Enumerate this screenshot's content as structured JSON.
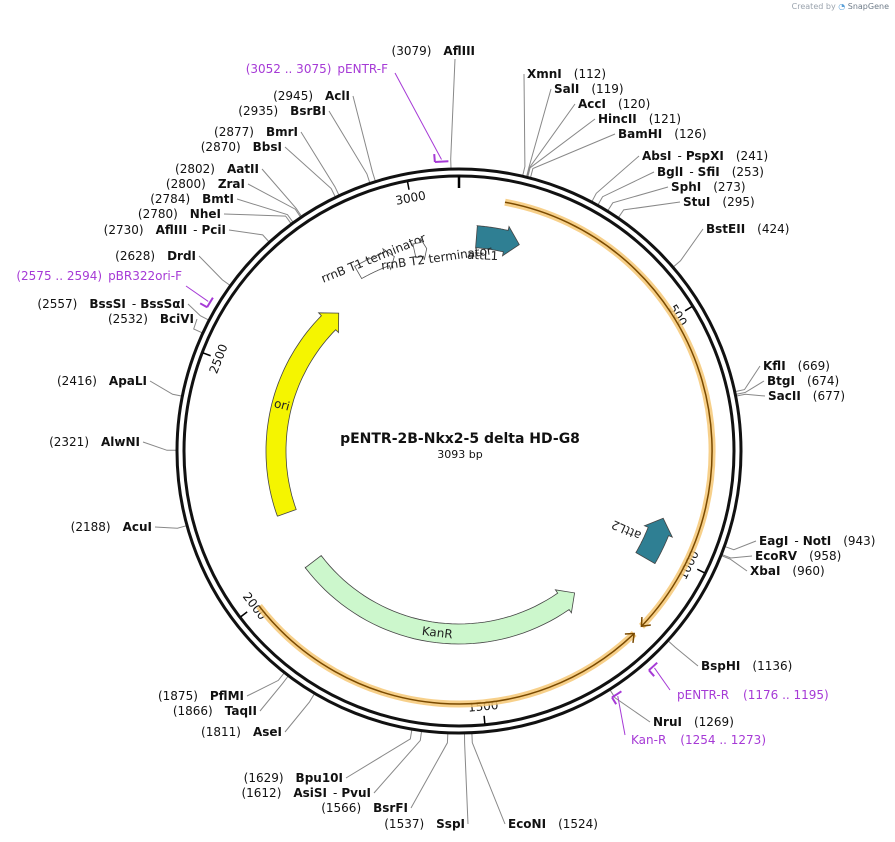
{
  "header": {
    "created_by": "Created by",
    "brand": "SnapGene"
  },
  "plasmid": {
    "name": "pENTR-2B-Nkx2-5 delta HD-G8",
    "length_label": "3093 bp",
    "length": 3093
  },
  "ticks": [
    {
      "pos": 500,
      "label": "500"
    },
    {
      "pos": 1000,
      "label": "1000"
    },
    {
      "pos": 1500,
      "label": "1500"
    },
    {
      "pos": 2000,
      "label": "2000"
    },
    {
      "pos": 2500,
      "label": "2500"
    },
    {
      "pos": 3000,
      "label": "3000"
    }
  ],
  "sites": [
    {
      "name": "AflIII",
      "pos": 3079,
      "pos_label": "(3079)"
    },
    {
      "name": "XmnI",
      "pos": 112,
      "pos_label": "(112)"
    },
    {
      "name": "SalI",
      "pos": 119,
      "pos_label": "(119)"
    },
    {
      "name": "AccI",
      "pos": 120,
      "pos_label": "(120)"
    },
    {
      "name": "HincII",
      "pos": 121,
      "pos_label": "(121)"
    },
    {
      "name": "BamHI",
      "pos": 126,
      "pos_label": "(126)"
    },
    {
      "name": "AbsI",
      "name2": "PspXI",
      "pos": 241,
      "pos_label": "(241)"
    },
    {
      "name": "BglI",
      "name2": "SfiI",
      "pos": 253,
      "pos_label": "(253)"
    },
    {
      "name": "SphI",
      "pos": 273,
      "pos_label": "(273)"
    },
    {
      "name": "StuI",
      "pos": 295,
      "pos_label": "(295)"
    },
    {
      "name": "BstEII",
      "pos": 424,
      "pos_label": "(424)"
    },
    {
      "name": "KflI",
      "pos": 669,
      "pos_label": "(669)"
    },
    {
      "name": "BtgI",
      "pos": 674,
      "pos_label": "(674)"
    },
    {
      "name": "SacII",
      "pos": 677,
      "pos_label": "(677)"
    },
    {
      "name": "EagI",
      "name2": "NotI",
      "pos": 943,
      "pos_label": "(943)"
    },
    {
      "name": "EcoRV",
      "pos": 958,
      "pos_label": "(958)"
    },
    {
      "name": "XbaI",
      "pos": 960,
      "pos_label": "(960)"
    },
    {
      "name": "BspHI",
      "pos": 1136,
      "pos_label": "(1136)"
    },
    {
      "name": "NruI",
      "pos": 1269,
      "pos_label": "(1269)"
    },
    {
      "name": "EcoNI",
      "pos": 1524,
      "pos_label": "(1524)"
    },
    {
      "name": "SspI",
      "pos": 1537,
      "pos_label": "(1537)"
    },
    {
      "name": "BsrFI",
      "pos": 1566,
      "pos_label": "(1566)"
    },
    {
      "name": "AsiSI",
      "name2": "PvuI",
      "pos": 1612,
      "pos_label": "(1612)"
    },
    {
      "name": "Bpu10I",
      "pos": 1629,
      "pos_label": "(1629)"
    },
    {
      "name": "AseI",
      "pos": 1811,
      "pos_label": "(1811)"
    },
    {
      "name": "TaqII",
      "pos": 1866,
      "pos_label": "(1866)"
    },
    {
      "name": "PflMI",
      "pos": 1875,
      "pos_label": "(1875)"
    },
    {
      "name": "AcuI",
      "pos": 2188,
      "pos_label": "(2188)"
    },
    {
      "name": "AlwNI",
      "pos": 2321,
      "pos_label": "(2321)"
    },
    {
      "name": "ApaLI",
      "pos": 2416,
      "pos_label": "(2416)"
    },
    {
      "name": "BciVI",
      "pos": 2532,
      "pos_label": "(2532)"
    },
    {
      "name": "BssSI",
      "name2": "BssSαI",
      "pos": 2557,
      "pos_label": "(2557)"
    },
    {
      "name": "DrdI",
      "pos": 2628,
      "pos_label": "(2628)"
    },
    {
      "name": "AflIII",
      "name2": "PciI",
      "pos": 2730,
      "pos_label": "(2730)"
    },
    {
      "name": "NheI",
      "pos": 2780,
      "pos_label": "(2780)"
    },
    {
      "name": "BmtI",
      "pos": 2784,
      "pos_label": "(2784)"
    },
    {
      "name": "ZraI",
      "pos": 2800,
      "pos_label": "(2800)"
    },
    {
      "name": "AatII",
      "pos": 2802,
      "pos_label": "(2802)"
    },
    {
      "name": "BbsI",
      "pos": 2870,
      "pos_label": "(2870)"
    },
    {
      "name": "BmrI",
      "pos": 2877,
      "pos_label": "(2877)"
    },
    {
      "name": "BsrBI",
      "pos": 2935,
      "pos_label": "(2935)"
    },
    {
      "name": "AclI",
      "pos": 2945,
      "pos_label": "(2945)"
    }
  ],
  "primers": [
    {
      "name": "pENTR-F",
      "range_label": "(3052 .. 3075)",
      "start": 3052,
      "end": 3075
    },
    {
      "name": "pENTR-R",
      "range_label": "(1176 .. 1195)",
      "start": 1176,
      "end": 1195
    },
    {
      "name": "Kan-R",
      "range_label": "(1254 .. 1273)",
      "start": 1254,
      "end": 1273
    },
    {
      "name": "pBR322ori-F",
      "range_label": "(2575 .. 2594)",
      "start": 2575,
      "end": 2594
    }
  ],
  "features": [
    {
      "name": "attL1",
      "start": 40,
      "end": 140,
      "direction": "cw",
      "color": "#2f7f93"
    },
    {
      "name": "attL2",
      "start": 930,
      "end": 1030,
      "direction": "ccw",
      "color": "#2f7f93"
    },
    {
      "name": "KanR",
      "start": 1210,
      "end": 2000,
      "direction": "ccw",
      "color": "#ccf7cc"
    },
    {
      "name": "ori",
      "start": 2150,
      "end": 2740,
      "direction": "cw",
      "color": "#f5f500"
    },
    {
      "name": "rrnB T1 terminator",
      "start": 2840,
      "end": 2935,
      "direction": "cw",
      "color": "#ffffff"
    },
    {
      "name": "rrnB T2 terminator",
      "start": 2985,
      "end": 3015,
      "direction": "cw",
      "color": "#ffffff"
    }
  ],
  "orfs": [
    {
      "start": 90,
      "end": 1150,
      "direction": "cw",
      "color": "#f6c875"
    },
    {
      "start": 1170,
      "end": 1995,
      "direction": "ccw",
      "color": "#f6c875"
    }
  ],
  "colors": {
    "backbone": "#111111",
    "primer": "#a63ad6",
    "site_line": "#888888",
    "orf": "#f6c875",
    "orf_line": "#7a4a00"
  }
}
